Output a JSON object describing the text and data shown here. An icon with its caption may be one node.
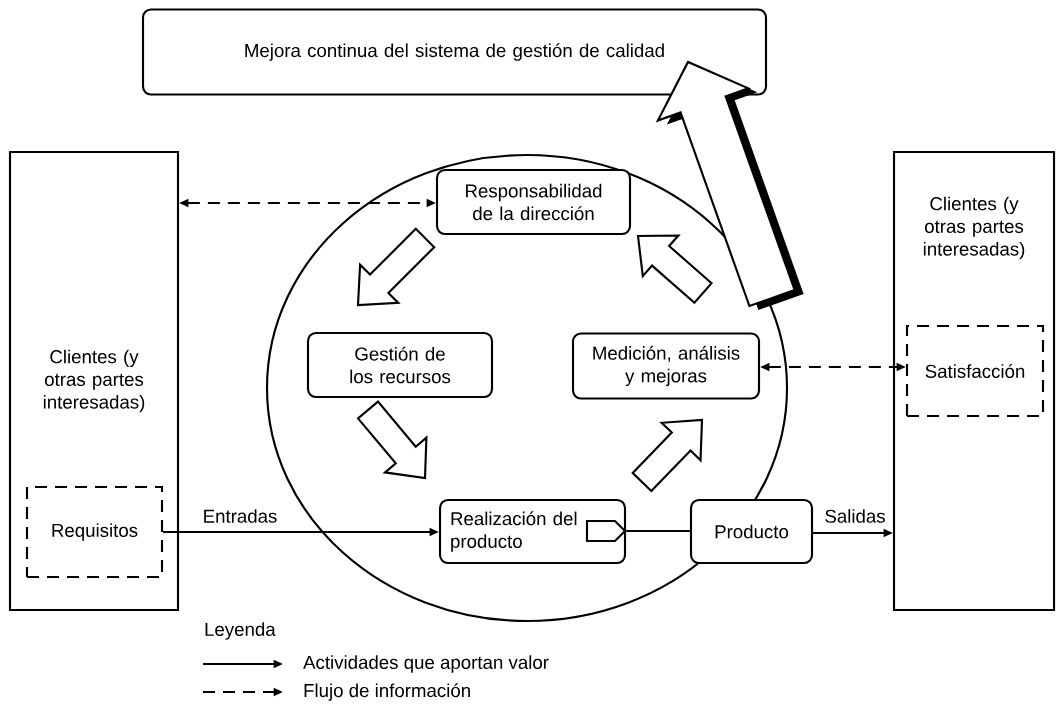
{
  "diagram": {
    "nodes": [
      {
        "text": [
          "Mejora continua del sistema de gestión de calidad"
        ]
      },
      {
        "text": [
          "Clientes (y otras partes interesadas)"
        ]
      },
      {
        "text": [
          "Requisitos"
        ],
        "in": 1
      },
      {
        "text": [],
        "shape": "circle"
      },
      {
        "text": [
          "Responsabilidad de la dirección"
        ],
        "in": 3
      },
      {
        "text": [
          "Gestión de los recursos"
        ],
        "in": 3
      },
      {
        "text": [
          "Medición, análisis y mejoras"
        ],
        "in": 3
      },
      {
        "text": [
          "Realización del producto"
        ],
        "in": 3
      },
      {
        "text": [
          "Producto"
        ]
      },
      {
        "text": [
          "Clientes (y otras partes interesadas)"
        ]
      },
      {
        "text": [
          "Satisfacción"
        ],
        "in": 9
      }
    ],
    "edges": [
      {
        "from": 1,
        "to": 4,
        "arrow": "both",
        "style": "dashed"
      },
      {
        "from": 6,
        "to": 10,
        "arrow": "both",
        "style": "dashed"
      },
      {
        "from": 2,
        "to": 7,
        "arrow": "to",
        "label": "Entradas"
      },
      {
        "from": 7,
        "to": 8,
        "arrow": "none"
      },
      {
        "from": 8,
        "to": 9,
        "arrow": "to",
        "label": "Salidas"
      },
      {
        "from": 4,
        "to": 5,
        "arrow": "to",
        "style": "thick"
      },
      {
        "from": 5,
        "to": 7,
        "arrow": "to",
        "style": "thick"
      },
      {
        "from": 7,
        "to": 6,
        "arrow": "to",
        "style": "thick"
      },
      {
        "from": 6,
        "to": 4,
        "arrow": "to",
        "style": "thick"
      },
      {
        "from": 3,
        "to": 0,
        "arrow": "to",
        "style": "thick"
      }
    ],
    "labels": [
      "Leyenda"
    ],
    "legend": [
      {
        "text": "Actividades que aportan valor"
      },
      {
        "text": "Flujo de información"
      }
    ]
  }
}
